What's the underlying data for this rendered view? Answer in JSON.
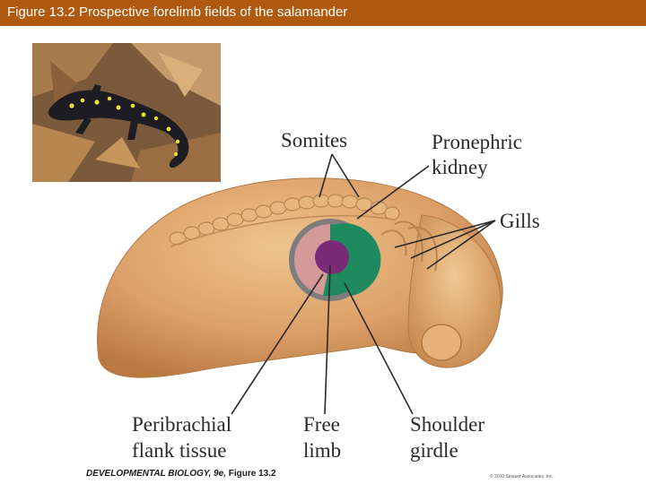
{
  "title": "Figure 13.2  Prospective forelimb fields of the salamander",
  "labels": {
    "somites": "Somites",
    "pronephric_1": "Pronephric",
    "pronephric_2": "kidney",
    "gills": "Gills",
    "peribrachial_1": "Peribrachial",
    "peribrachial_2": "flank tissue",
    "free_limb_1": "Free",
    "free_limb_2": "limb",
    "shoulder_1": "Shoulder",
    "shoulder_2": "girdle"
  },
  "caption": {
    "main": "DEVELOPMENTAL BIOLOGY, 9e,",
    "ref": " Figure 13.2"
  },
  "copyright": "© 2010 Sinauer Associates, Inc.",
  "colors": {
    "title_bar": "#b05a10",
    "embryo": "#dca068",
    "peribrachial": "#d49a9a",
    "shoulder_girdle": "#1f8a5e",
    "free_limb": "#7a2a76",
    "outer_ring": "#7d7d7d"
  }
}
